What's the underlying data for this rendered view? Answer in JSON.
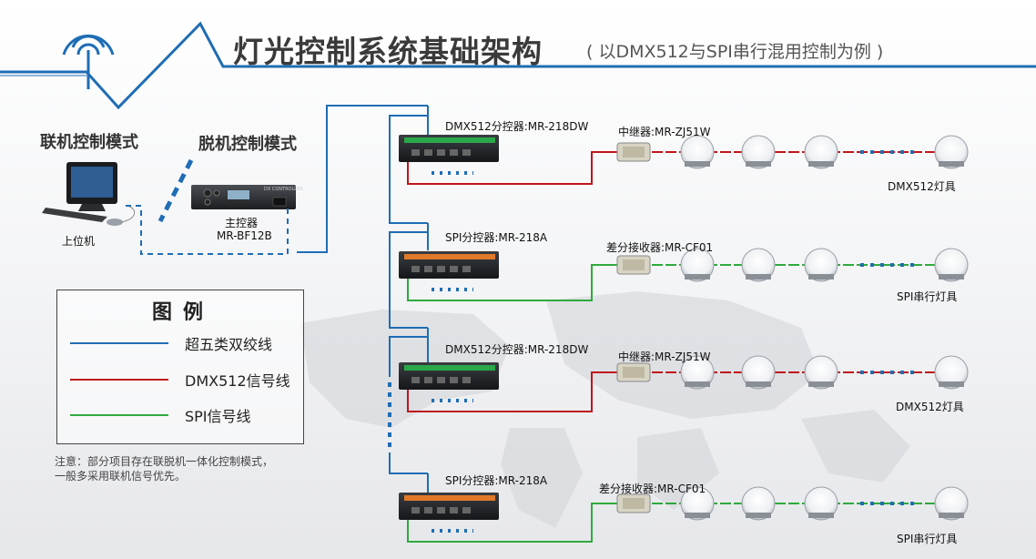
{
  "title": {
    "main": "灯光控制系统基础架构",
    "sub": "( 以DMX512与SPI串行混用控制为例 )"
  },
  "modes": {
    "online": "联机控制模式",
    "offline": "脱机控制模式"
  },
  "devices": {
    "pc": "上位机",
    "master_name": "主控器",
    "master_model": "MR-BF12B",
    "master_panel": "DX CONTROLLER"
  },
  "branches": [
    {
      "controller": "DMX512分控器:MR-218DW",
      "mid": "中继器:MR-ZJ51W",
      "lamp": "DMX512灯具",
      "signal": "dmx"
    },
    {
      "controller": "SPI分控器:MR-218A",
      "mid": "差分接收器:MR-CF01",
      "lamp": "SPI串行灯具",
      "signal": "spi"
    },
    {
      "controller": "DMX512分控器:MR-218DW",
      "mid": "中继器:MR-ZJ51W",
      "lamp": "DMX512灯具",
      "signal": "dmx"
    },
    {
      "controller": "SPI分控器:MR-218A",
      "mid": "差分接收器:MR-CF01",
      "lamp": "SPI串行灯具",
      "signal": "spi"
    }
  ],
  "legend": {
    "title": "图例",
    "items": [
      {
        "label": "超五类双绞线",
        "color": "#1f6db4"
      },
      {
        "label": "DMX512信号线",
        "color": "#c0151b"
      },
      {
        "label": "SPI信号线",
        "color": "#2eaa3c"
      }
    ]
  },
  "note": {
    "line1": "注意：部分项目存在联脱机一体化控制模式，",
    "line2": "一般多采用联机信号优先。"
  },
  "colors": {
    "network": "#1f6db4",
    "dmx": "#c0151b",
    "spi": "#2eaa3c",
    "header": "#1f6db4"
  }
}
